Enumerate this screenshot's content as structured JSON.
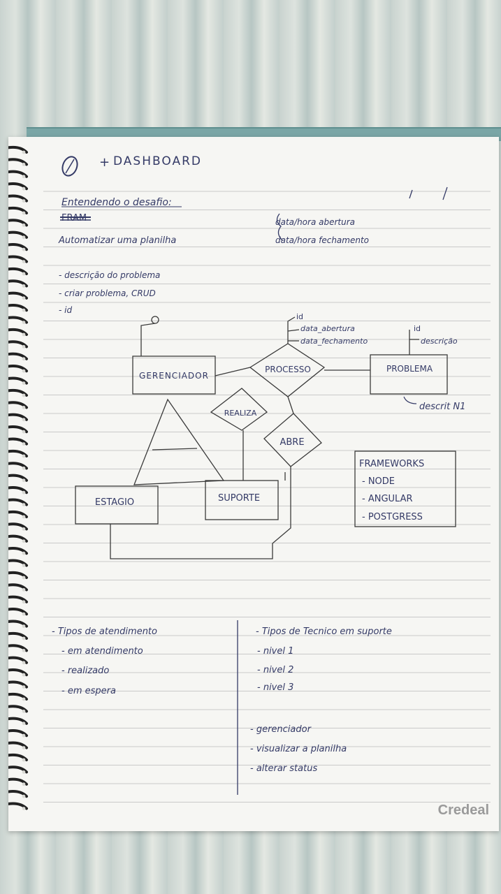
{
  "header": {
    "title": "DASHBOARD"
  },
  "notes": {
    "heading": "Entendendo o desafio:",
    "struck": "FRAM",
    "line1": "Automatizar uma planilha",
    "line2": "- descrição do problema",
    "line3": "- criar problema, CRUD",
    "line4": "- id",
    "side1": "data/hora abertura",
    "side2": "data/hora fechamento"
  },
  "diagram": {
    "entities": {
      "gerenciador": "GERENCIADOR",
      "problema": "PROBLEMA",
      "estagio": "ESTAGIO",
      "suporte": "SUPORTE"
    },
    "relationships": {
      "processo": "PROCESSO",
      "realiza": "REALIZA",
      "abre": "ABRE"
    },
    "attributes": {
      "processo_id": "id",
      "processo_abertura": "data_abertura",
      "processo_fechamento": "data_fechamento",
      "problema_id": "id",
      "problema_descricao": "descrição",
      "problema_note": "descrit N1"
    },
    "frameworks": {
      "title": "FRAMEWORKS",
      "items": [
        "- NODE",
        "- ANGULAR",
        "- POSTGRESS"
      ]
    }
  },
  "bottom_left": {
    "title": "- Tipos de atendimento",
    "items": [
      "- em atendimento",
      "- realizado",
      "- em espera"
    ]
  },
  "bottom_right": {
    "title": "- Tipos de Tecnico em suporte",
    "levels": [
      "- nivel 1",
      "- nivel 2",
      "- nivel 3"
    ],
    "tasks": [
      "- gerenciador",
      "- visualizar a planilha",
      "- alterar status"
    ]
  },
  "brand": "Credeal",
  "colors": {
    "ink": "#343a66",
    "pencil": "#3a3a3a",
    "rule": "#c9c9c9",
    "paper": "#f6f6f3",
    "brand": "#9a9a9a"
  }
}
